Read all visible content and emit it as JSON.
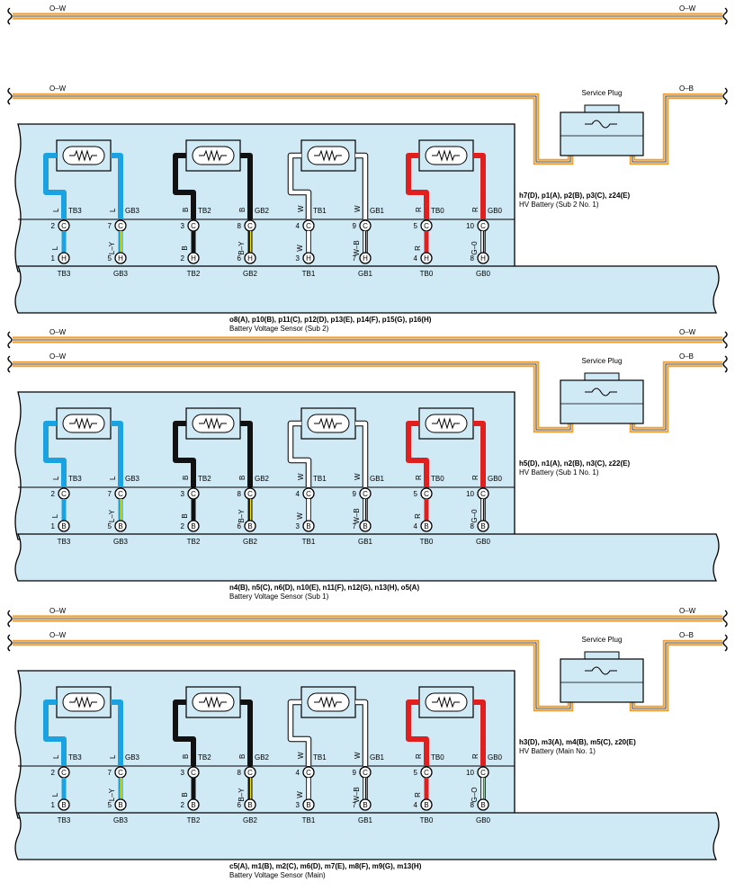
{
  "top_line": {
    "left_label": "O–W",
    "right_label": "O–W"
  },
  "panels": [
    {
      "pin_letter": "H",
      "line_top": {
        "left_label": "O–W",
        "right_label": "O–W",
        "visible": false
      },
      "line_main": {
        "left_label": "O–W",
        "right_label": "O–B"
      },
      "service_plug_label": "Service Plug",
      "battery_connectors": "h7(D), p1(A), p2(B), p3(C), z24(E)",
      "battery_name": "HV Battery (Sub 2 No.  1)",
      "sensor_connectors": "o8(A), p10(B), p11(C), p12(D), p13(E), p14(F), p15(G), p16(H)",
      "sensor_name": "Battery Voltage Sensor (Sub 2)",
      "columns": [
        {
          "term": "TB3",
          "pin_top": "2",
          "pin_bot": "1",
          "wire": "L",
          "wire_top": "L",
          "color": "#1aa3e0"
        },
        {
          "term": "GB3",
          "pin_top": "7",
          "pin_bot": "5",
          "wire": "L–Y",
          "wire_top": "L",
          "color": "#1aa3e0",
          "stripe": "#f2e600"
        },
        {
          "term": "TB2",
          "pin_top": "3",
          "pin_bot": "2",
          "wire": "B",
          "wire_top": "B",
          "color": "#111111"
        },
        {
          "term": "GB2",
          "pin_top": "8",
          "pin_bot": "6",
          "wire": "B–Y",
          "wire_top": "B",
          "color": "#111111",
          "stripe": "#f2e600"
        },
        {
          "term": "TB1",
          "pin_top": "4",
          "pin_bot": "3",
          "wire": "W",
          "wire_top": "W",
          "color": "#ffffff"
        },
        {
          "term": "GB1",
          "pin_top": "9",
          "pin_bot": "7",
          "wire": "W–B",
          "wire_top": "W",
          "color": "#ffffff",
          "stripe": "#111111"
        },
        {
          "term": "TB0",
          "pin_top": "5",
          "pin_bot": "4",
          "wire": "R",
          "wire_top": "R",
          "color": "#e0201f"
        },
        {
          "term": "GB0",
          "pin_top": "10",
          "pin_bot": "8",
          "wire": "G–0",
          "wire_top": "R",
          "color": "#ffffff",
          "stripe": "#111111"
        }
      ]
    },
    {
      "pin_letter": "B",
      "line_top": {
        "left_label": "O–W",
        "right_label": "O–W",
        "visible": true
      },
      "line_main": {
        "left_label": "O–W",
        "right_label": "O–B"
      },
      "service_plug_label": "Service Plug",
      "battery_connectors": "h5(D), n1(A), n2(B), n3(C), z22(E)",
      "battery_name": "HV Battery (Sub 1 No.  1)",
      "sensor_connectors": "n4(B), n5(C), n6(D), n10(E), n11(F), n12(G), n13(H), o5(A)",
      "sensor_name": "Battery Voltage Sensor (Sub 1)",
      "columns": [
        {
          "term": "TB3",
          "pin_top": "2",
          "pin_bot": "1",
          "wire": "L",
          "wire_top": "L",
          "color": "#1aa3e0"
        },
        {
          "term": "GB3",
          "pin_top": "7",
          "pin_bot": "5",
          "wire": "L–Y",
          "wire_top": "L",
          "color": "#1aa3e0",
          "stripe": "#f2e600"
        },
        {
          "term": "TB2",
          "pin_top": "3",
          "pin_bot": "2",
          "wire": "B",
          "wire_top": "B",
          "color": "#111111"
        },
        {
          "term": "GB2",
          "pin_top": "8",
          "pin_bot": "6",
          "wire": "B–Y",
          "wire_top": "B",
          "color": "#111111",
          "stripe": "#f2e600"
        },
        {
          "term": "TB1",
          "pin_top": "4",
          "pin_bot": "3",
          "wire": "W",
          "wire_top": "W",
          "color": "#ffffff"
        },
        {
          "term": "GB1",
          "pin_top": "9",
          "pin_bot": "7",
          "wire": "W–B",
          "wire_top": "W",
          "color": "#ffffff",
          "stripe": "#111111"
        },
        {
          "term": "TB0",
          "pin_top": "5",
          "pin_bot": "4",
          "wire": "R",
          "wire_top": "R",
          "color": "#e0201f"
        },
        {
          "term": "GB0",
          "pin_top": "10",
          "pin_bot": "8",
          "wire": "G–0",
          "wire_top": "R",
          "color": "#ffffff",
          "stripe": "#111111"
        }
      ]
    },
    {
      "pin_letter": "B",
      "line_top": {
        "left_label": "O–W",
        "right_label": "O–W",
        "visible": true
      },
      "line_main": {
        "left_label": "O–W",
        "right_label": "O–B"
      },
      "service_plug_label": "Service Plug",
      "battery_connectors": "h3(D), m3(A), m4(B), m5(C), z20(E)",
      "battery_name": "HV Battery (Main No.  1)",
      "sensor_connectors": "c5(A), m1(B), m2(C), m6(D), m7(E), m8(F), m9(G), m13(H)",
      "sensor_name": "Battery Voltage Sensor (Main)",
      "columns": [
        {
          "term": "TB3",
          "pin_top": "2",
          "pin_bot": "1",
          "wire": "L",
          "wire_top": "L",
          "color": "#1aa3e0"
        },
        {
          "term": "GB3",
          "pin_top": "7",
          "pin_bot": "5",
          "wire": "L–Y",
          "wire_top": "L",
          "color": "#1aa3e0",
          "stripe": "#f2e600"
        },
        {
          "term": "TB2",
          "pin_top": "3",
          "pin_bot": "2",
          "wire": "B",
          "wire_top": "B",
          "color": "#111111"
        },
        {
          "term": "GB2",
          "pin_top": "8",
          "pin_bot": "6",
          "wire": "B–Y",
          "wire_top": "B",
          "color": "#111111",
          "stripe": "#f2e600"
        },
        {
          "term": "TB1",
          "pin_top": "4",
          "pin_bot": "3",
          "wire": "W",
          "wire_top": "W",
          "color": "#ffffff"
        },
        {
          "term": "GB1",
          "pin_top": "9",
          "pin_bot": "7",
          "wire": "W–B",
          "wire_top": "W",
          "color": "#ffffff",
          "stripe": "#111111"
        },
        {
          "term": "TB0",
          "pin_top": "5",
          "pin_bot": "4",
          "wire": "R",
          "wire_top": "R",
          "color": "#e0201f"
        },
        {
          "term": "GB0",
          "pin_top": "10",
          "pin_bot": "8",
          "wire": "G–O",
          "wire_top": "R",
          "color": "#ffffff",
          "stripe": "#1a9e3a"
        }
      ]
    }
  ],
  "colors": {
    "harness_orange": "#f0a030",
    "box_fill": "#cfe9f5",
    "outline": "#000000"
  }
}
